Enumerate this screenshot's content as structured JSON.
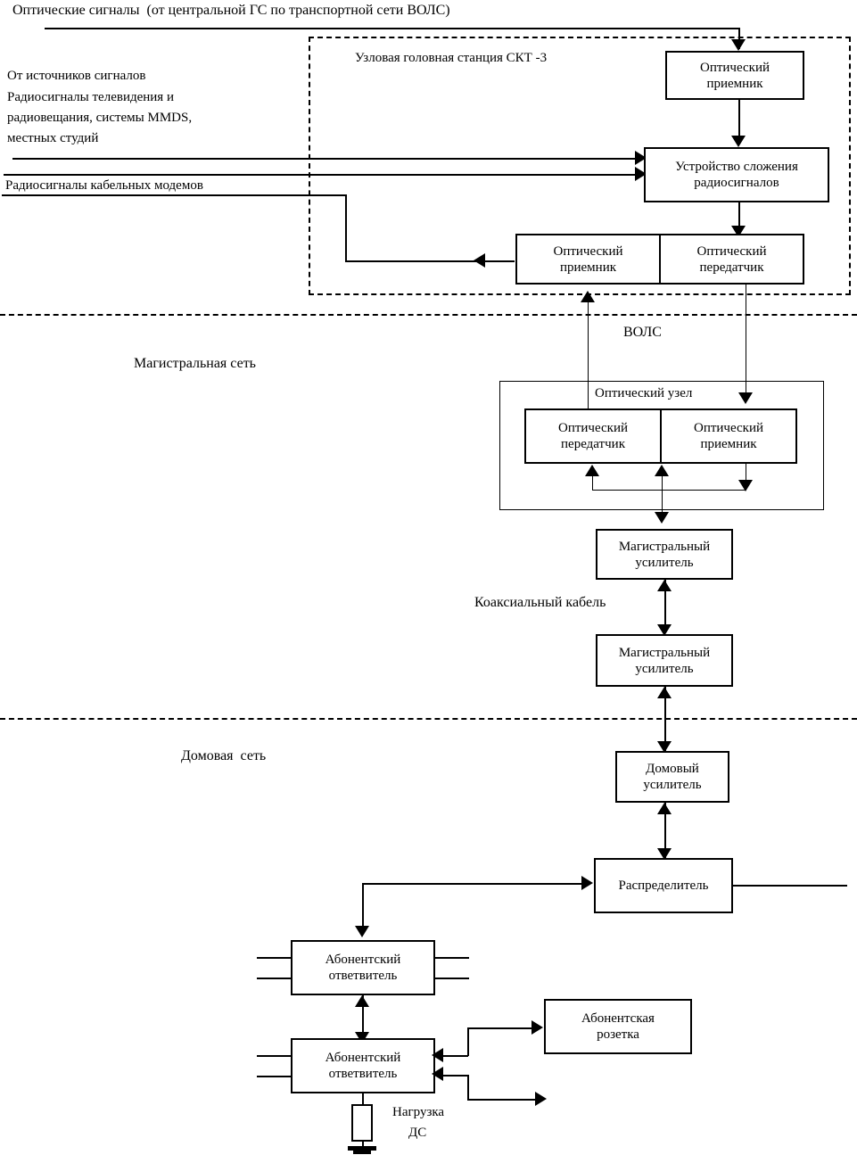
{
  "diagram": {
    "title": "Оптические сигналы  (от центральной ГС по транспортной сети ВОЛС)",
    "source_label_line1": "От источников сигналов",
    "source_label_line2": "Радиосигналы телевидения и",
    "source_label_line3": "радиовещания, системы MMDS,",
    "source_label_line4": "местных студий",
    "cable_modem_label": "Радиосигналы кабельных модемов",
    "headend_label": "Узловая головная станция СКТ -3",
    "fiber_label": "ВОЛС",
    "trunk_network_label": "Магистральная сеть",
    "coax_label": "Коаксиальный кабель",
    "house_network_label": "Домовая  сеть",
    "load_label_line1": "Нагрузка",
    "load_label_line2": "ДС"
  },
  "blocks": {
    "optical_receiver_top": "Оптический\nприемник",
    "combiner": "Устройство сложения\nрадиосигналов",
    "optical_receiver_headend": "Оптический\nприемник",
    "optical_transmitter_headend": "Оптический\nпередатчик",
    "optical_node": "Оптический узел",
    "optical_transmitter_node": "Оптический\nпередатчик",
    "optical_receiver_node": "Оптический\nприемник",
    "trunk_amplifier_1": "Магистральный\nусилитель",
    "trunk_amplifier_2": "Магистральный\nусилитель",
    "house_amplifier": "Домовый\nусилитель",
    "distributor": "Распределитель",
    "subscriber_tap_1": "Абонентский\nответвитель",
    "subscriber_tap_2": "Абонентский\nответвитель",
    "subscriber_outlet": "Абонентская\nрозетка"
  },
  "colors": {
    "line": "#000000",
    "background": "#ffffff"
  }
}
